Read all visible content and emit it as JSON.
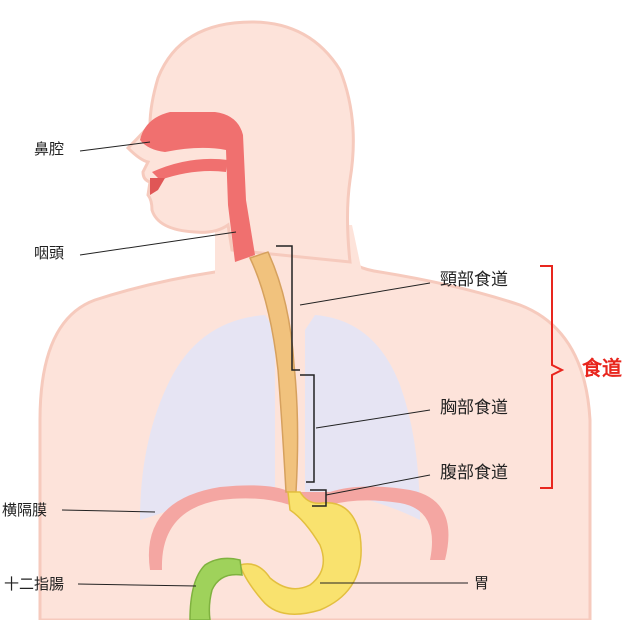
{
  "labels": {
    "nasal_cavity": "鼻腔",
    "pharynx": "咽頭",
    "cervical_esophagus": "頸部食道",
    "thoracic_esophagus": "胸部食道",
    "abdominal_esophagus": "腹部食道",
    "esophagus": "食道",
    "diaphragm": "横隔膜",
    "duodenum": "十二指腸",
    "stomach": "胃"
  },
  "colors": {
    "skin": "#fde3da",
    "skin_outline": "#f6cabd",
    "lung": "#e6e4f3",
    "airway": "#f0706f",
    "esophagus": "#f1c27d",
    "stomach": "#f9e26e",
    "duodenum": "#9fd25b",
    "diaphragm": "#f4a6a2",
    "accent_red": "#e8261e"
  }
}
